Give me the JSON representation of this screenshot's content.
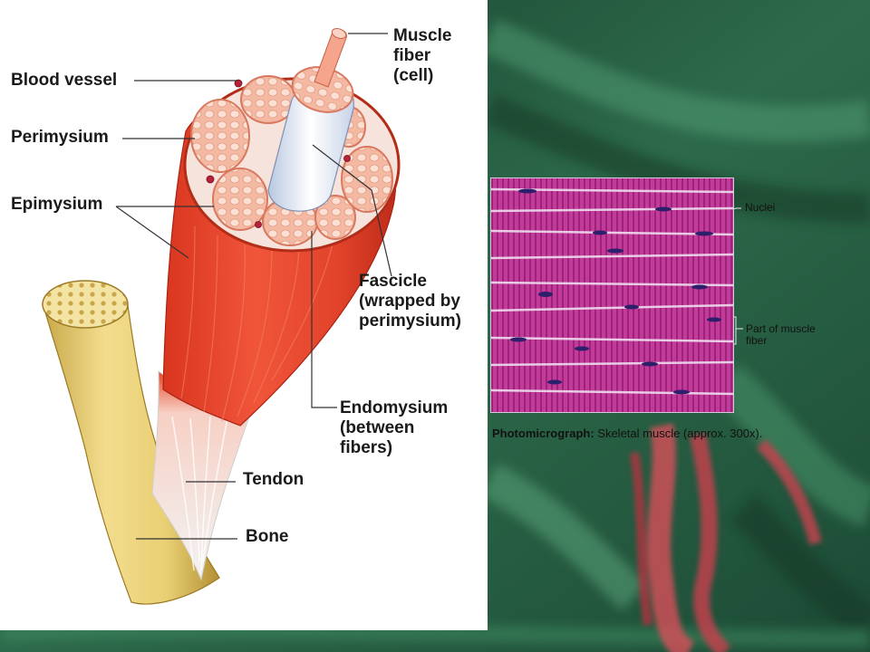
{
  "diagram": {
    "labels": {
      "muscle_fiber": [
        "Muscle",
        "fiber",
        "(cell)"
      ],
      "blood_vessel": "Blood vessel",
      "perimysium": "Perimysium",
      "epimysium": "Epimysium",
      "fascicle": [
        "Fascicle",
        "(wrapped by",
        "perimysium)"
      ],
      "endomysium": [
        "Endomysium",
        "(between",
        "fibers)"
      ],
      "tendon": "Tendon",
      "bone": "Bone"
    }
  },
  "micrograph": {
    "labels": {
      "nuclei": "Nuclei",
      "part_of_muscle_fiber": [
        "Part of muscle",
        "fiber"
      ]
    },
    "caption": {
      "bold": "Photomicrograph:",
      "rest": " Skeletal muscle (approx. 300x)."
    }
  },
  "colors": {
    "muscle_red": "#e8452a",
    "fascicle_pink": "#f7c9b7",
    "bone_yellow": "#e8d07a",
    "tendon_white": "#f1f1f1",
    "micro_magenta": "#c2399a",
    "background_green": "#2f6f4f"
  }
}
